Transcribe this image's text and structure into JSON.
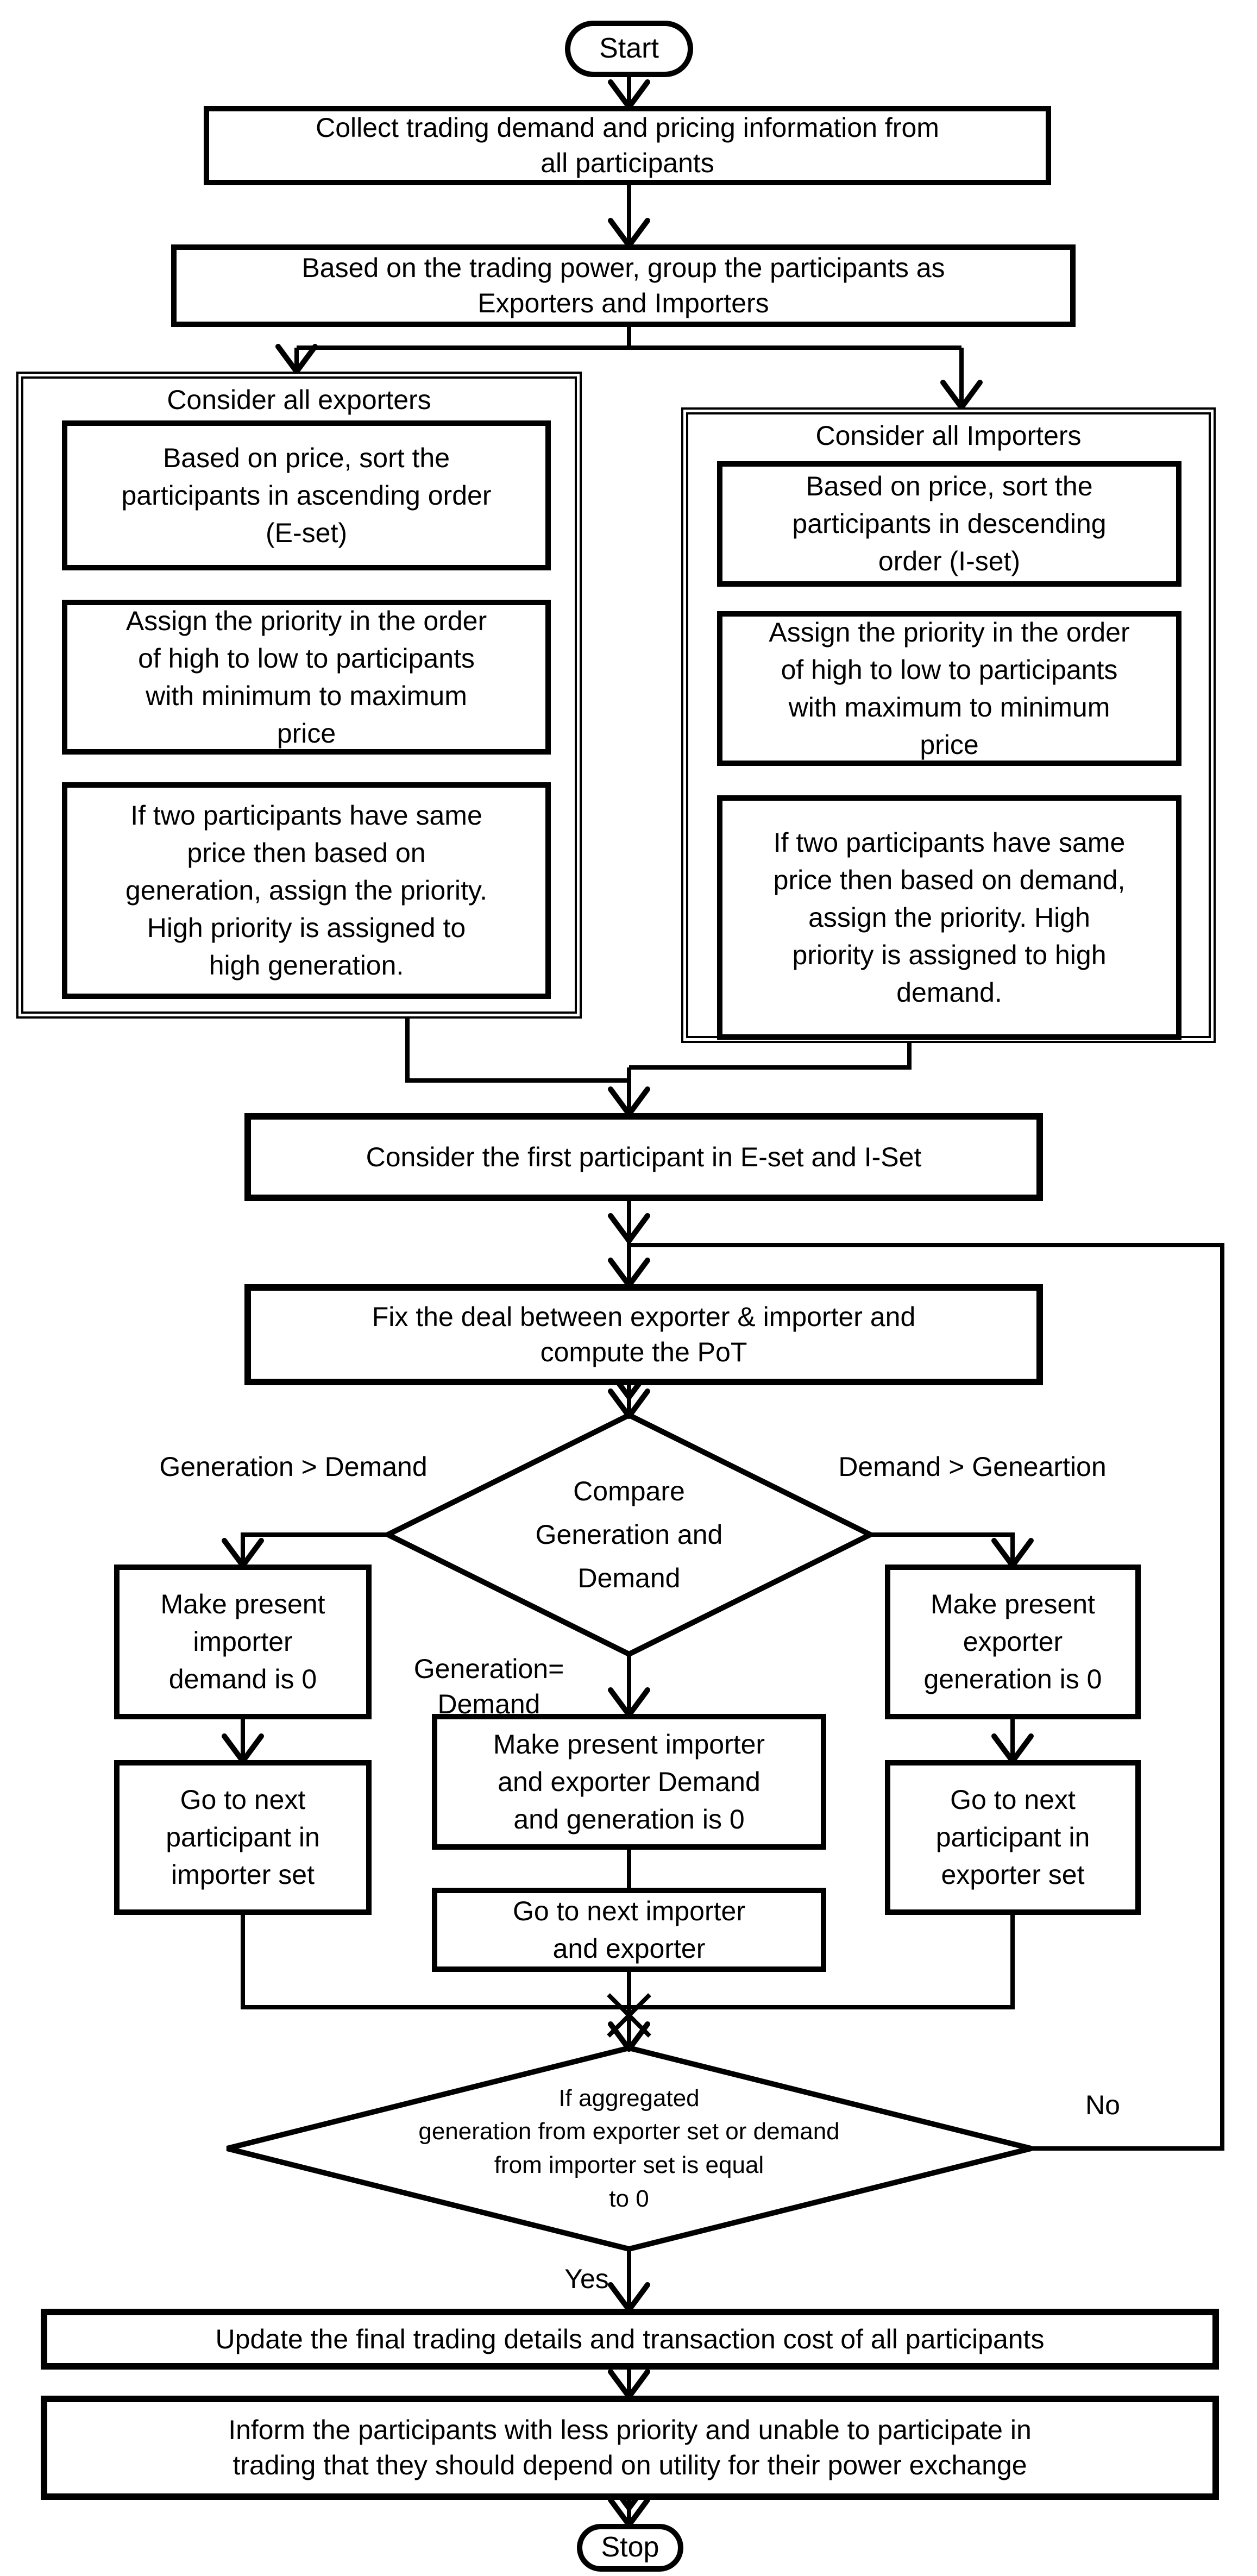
{
  "colors": {
    "ink": "#000000",
    "background": "#ffffff"
  },
  "nodes": {
    "start": "Start",
    "collect": "Collect trading demand and pricing information from\nall participants",
    "group": "Based on the trading power, group the participants as\nExporters and Importers",
    "exporters": {
      "header": "Consider all exporters",
      "sort": "Based on price, sort the\nparticipants in ascending order\n(E-set)",
      "priority": "Assign the priority in the order\nof high to low to participants\nwith minimum to maximum\nprice",
      "tie": "If two participants have same\nprice then based on\ngeneration, assign the priority.\nHigh priority is assigned to\nhigh generation."
    },
    "importers": {
      "header": "Consider all Importers",
      "sort": "Based on price, sort the\nparticipants in descending\norder (I-set)",
      "priority": "Assign the priority in the order\nof high to low to participants\nwith maximum to minimum\nprice",
      "tie": "If two participants have same\nprice then based on demand,\nassign the priority. High\npriority is assigned to high\ndemand."
    },
    "first_participant": "Consider the first participant in E-set and I-Set",
    "fix_deal": "Fix the deal between exporter & importer and\ncompute the PoT",
    "compare": "Compare\nGeneration and\nDemand",
    "make_importer_zero": "Make present\nimporter\ndemand is 0",
    "make_both_zero": "Make present importer\nand exporter Demand\nand generation is 0",
    "make_exporter_zero": "Make present\nexporter\ngeneration is 0",
    "next_importer": "Go to next\nparticipant in\nimporter set",
    "next_both": "Go to next importer\nand exporter",
    "next_exporter": "Go to next\nparticipant in\nexporter set",
    "aggregate_check": "If aggregated\ngeneration from exporter set or demand\nfrom importer set is equal\nto 0",
    "update": "Update the final trading details and transaction cost of all participants",
    "inform": "Inform the participants with less priority and unable to participate in\ntrading that they should depend on utility for their power exchange",
    "stop": "Stop"
  },
  "labels": {
    "gen_gt_dem": "Generation > Demand",
    "dem_gt_gen": "Demand > Geneartion",
    "gen_eq_dem": "Generation=\nDemand",
    "no": "No",
    "yes": "Yes"
  }
}
